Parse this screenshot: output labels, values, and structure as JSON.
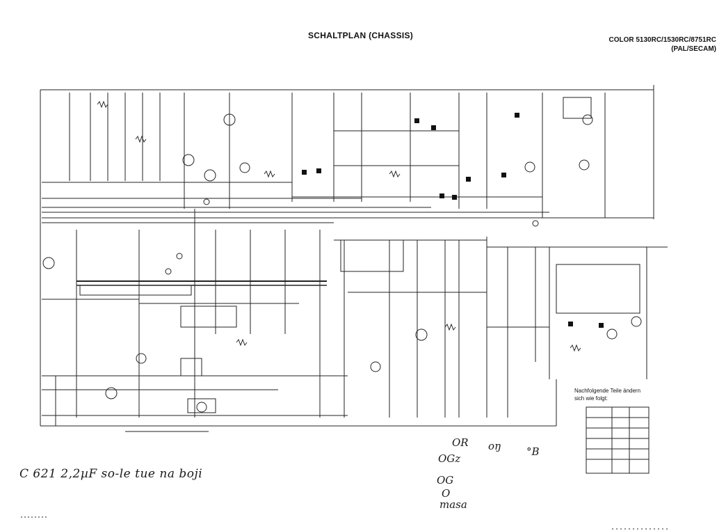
{
  "document": {
    "title": "SCHALTPLAN (CHASSIS)",
    "model_lines": [
      "COLOR 5130RC/1530RC/8751RC",
      "(PAL/SECAM)"
    ],
    "parts_notice": [
      "Nachfolgende Teile ändern",
      "sich wie folgt:"
    ]
  },
  "handwriting": {
    "note": "C 621  2,2µF so-le tue na boji",
    "wire_labels": [
      "OR",
      "OGz",
      "oŋ",
      "°B",
      "OG",
      "O",
      "masa"
    ]
  },
  "colors": {
    "ink": "#111111",
    "paper": "#ffffff"
  },
  "icons": [
    "transistor-symbol",
    "filled-square-marker",
    "circled-number"
  ]
}
